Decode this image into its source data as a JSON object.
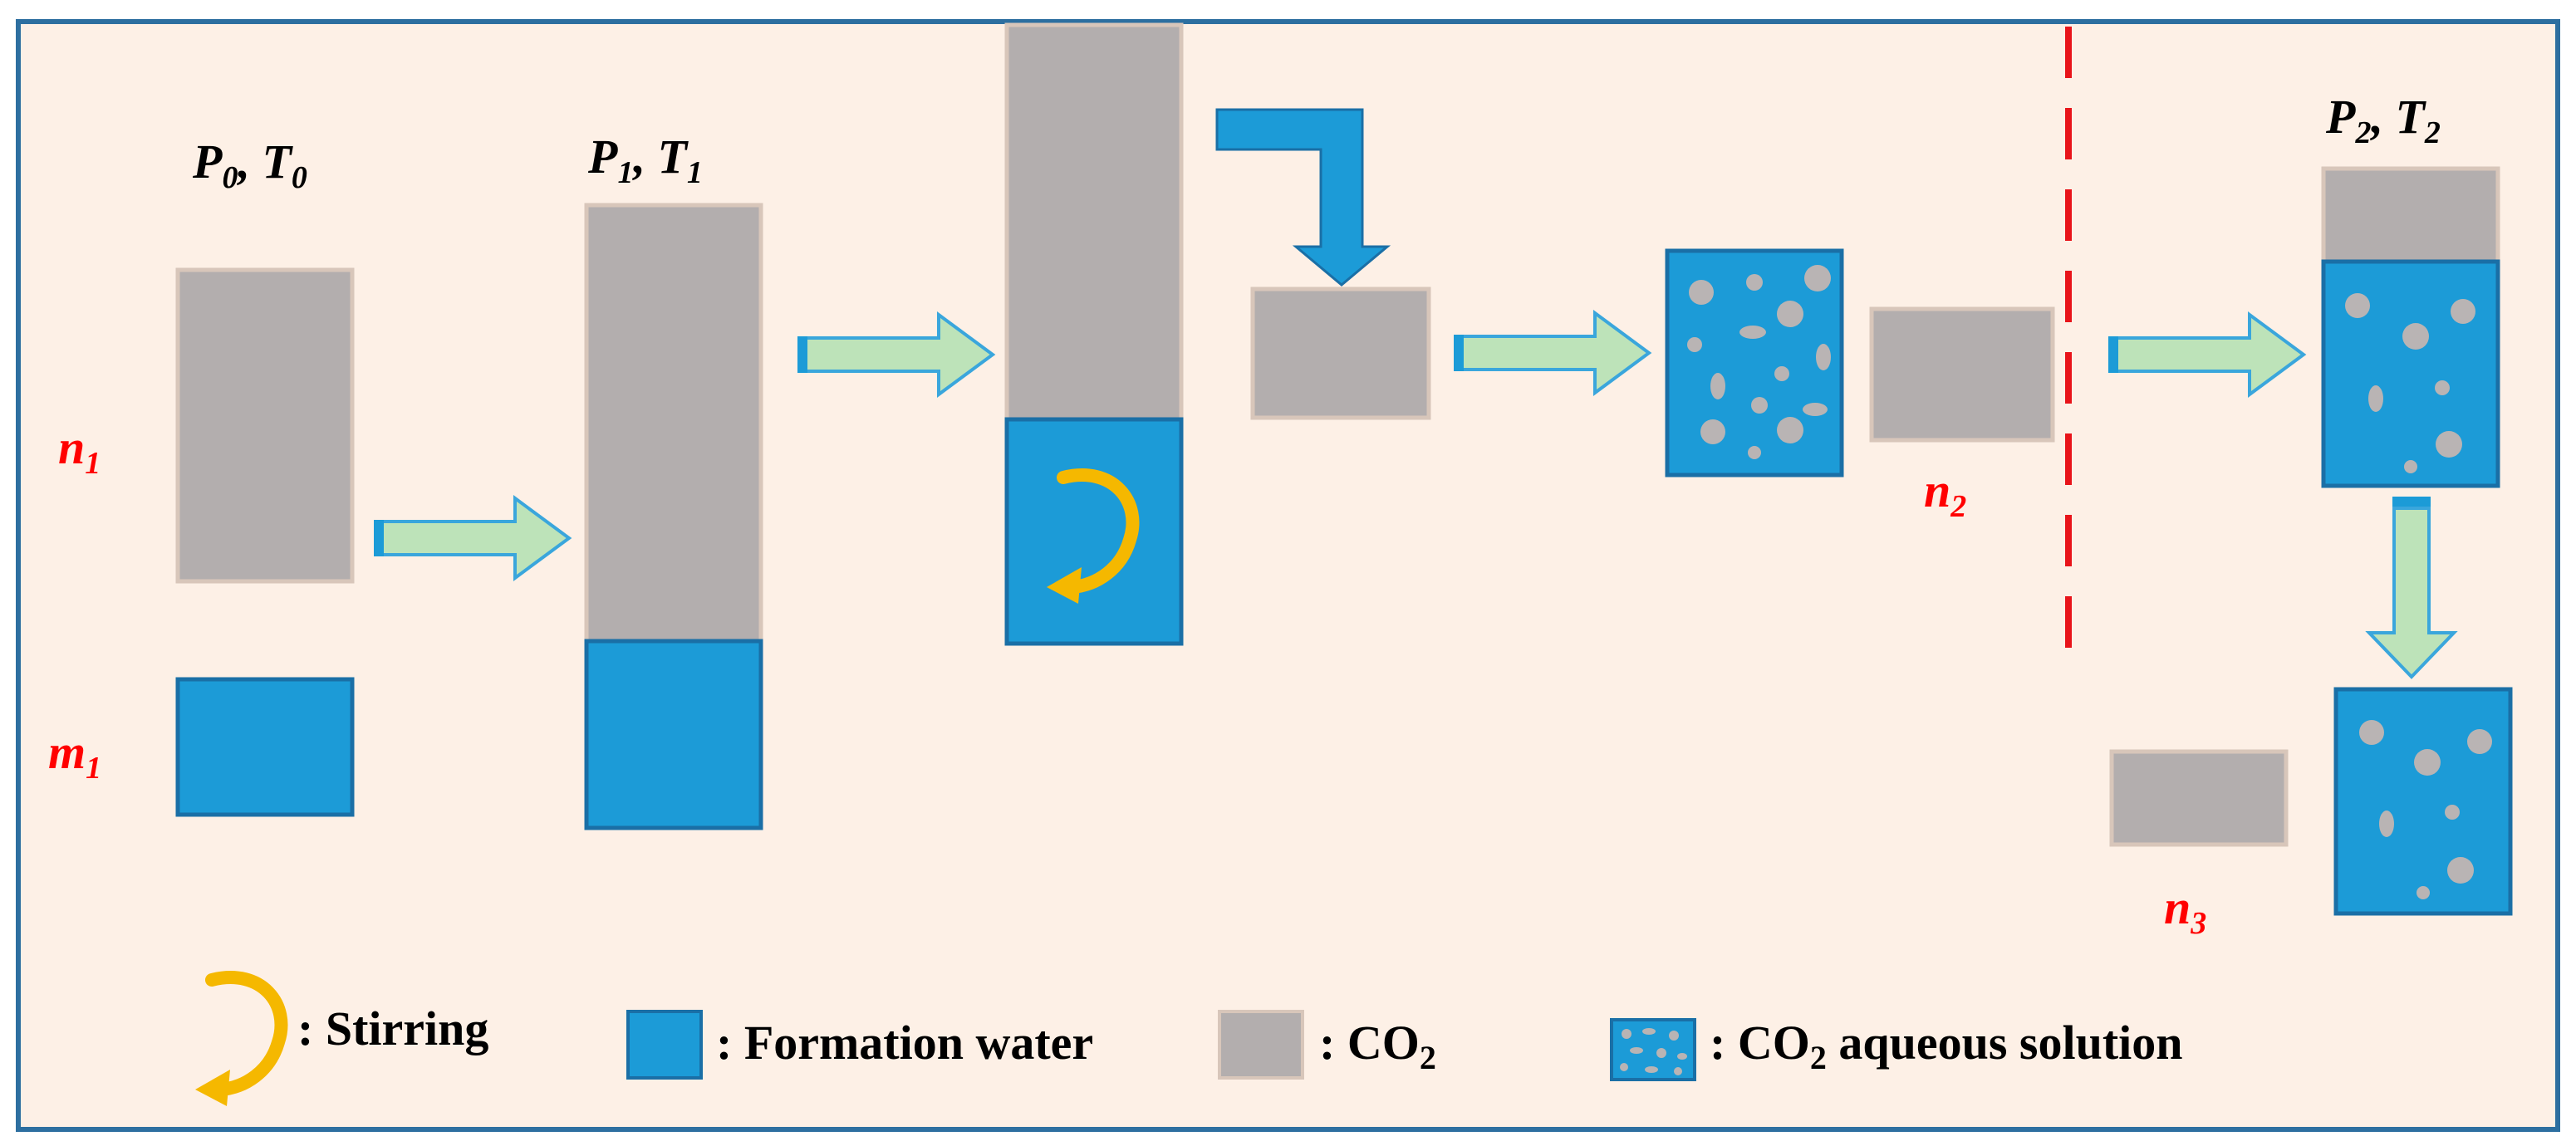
{
  "labels": {
    "p0": "P",
    "p0_sub": "0",
    "t0": "T",
    "t0_sub": "0",
    "p1": "P",
    "p1_sub": "1",
    "t1": "T",
    "t1_sub": "1",
    "p2": "P",
    "p2_sub": "2",
    "t2": "T",
    "t2_sub": "2",
    "n1": "n",
    "n1_sub": "1",
    "m1": "m",
    "m1_sub": "1",
    "n2": "n",
    "n2_sub": "2",
    "n3": "n",
    "n3_sub": "3"
  },
  "legend": {
    "stirring": ": Stirring",
    "formation_water": ": Formation water",
    "co2_prefix": ": CO",
    "co2_sub": "2",
    "co2_aq_prefix": ": CO",
    "co2_aq_sub": "2",
    "co2_aq_suffix": " aqueous solution"
  },
  "colors": {
    "background": "#fdf0e6",
    "border": "#2d6fa0",
    "co2_gray": "#b3aeae",
    "water_blue": "#1c9bd7",
    "bubble_gray": "#b9b4b4",
    "arrow_green": "#bde3b9",
    "arrow_outline": "#3aa6dc",
    "stir_yellow": "#f5b800",
    "divider_red": "#e8141a",
    "label_red": "#ff0000"
  },
  "icons": {
    "stirring": "curved-arrow-icon",
    "process_arrow": "block-arrow-right-icon",
    "down_arrow": "block-arrow-down-icon",
    "inject_arrow": "bent-arrow-down-icon"
  }
}
